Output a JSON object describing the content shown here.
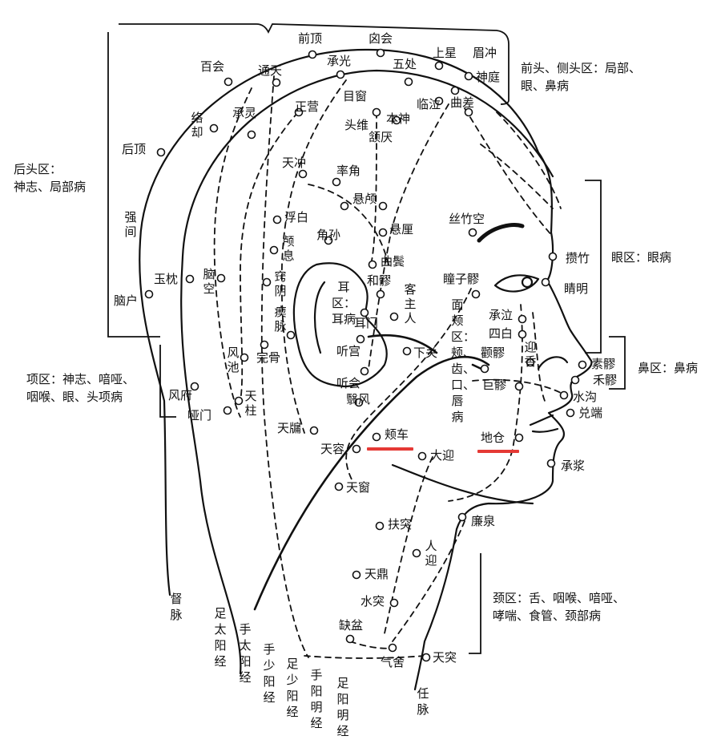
{
  "accent_color": "#e53935",
  "regions": {
    "front": [
      "前头、侧头区：局部、",
      "眼、鼻病"
    ],
    "back": [
      "后头区：",
      "神志、局部病"
    ],
    "eye": "眼区：眼病",
    "nose": "鼻区：鼻病",
    "nape": [
      "项区：神志、喑哑、",
      "咽喉、眼、头项病"
    ],
    "neck": [
      "颈区：舌、咽喉、喑哑、",
      "哮喘、食管、颈部病"
    ],
    "face": "面颊区：颊、齿、口、唇病",
    "ear": "耳区：耳病"
  },
  "points": {
    "qianding": "前顶",
    "xinhui": "囟会",
    "shangxing": "上星",
    "meichong": "眉冲",
    "baihui": "百会",
    "tongtian": "通天",
    "chengguang": "承光",
    "wuchu": "五处",
    "shenting": "神庭",
    "zhengying": "正营",
    "muchuang": "目窗",
    "linqi": "临泣",
    "quchai": "曲差",
    "luoque": "络却",
    "chengling": "承灵",
    "benshen": "本神",
    "touwei": "头维",
    "hanyan": "颔厌",
    "houding": "后顶",
    "tianchong": "天冲",
    "shuaigu": "率角",
    "xuanlu": "悬颅",
    "qiangjian": "强间",
    "fubai": "浮白",
    "sizhukong": "丝竹空",
    "xuanli": "悬厘",
    "jiaosun": "角孙",
    "luxi": "颅息",
    "qubin": "曲鬓",
    "cuanzhu": "攒竹",
    "naohu": "脑户",
    "yuzhen": "玉枕",
    "naokong": "脑空",
    "qiaoyin": "窍阴",
    "heliao": "和髎",
    "kezhuren": "客主人",
    "tongziliao": "瞳子髎",
    "jingming": "睛明",
    "chimai": "瘈脉",
    "ermen": "耳门",
    "chengqi": "承泣",
    "sibai": "四白",
    "tinggong": "听宫",
    "xiaguan": "下关",
    "yingxiang": "迎香",
    "fengchi": "风池",
    "wangu": "完骨",
    "quanliao": "颧髎",
    "suliao": "素髎",
    "heliao2": "禾髎",
    "tinghui": "听会",
    "juliao": "巨髎",
    "shuigou": "水沟",
    "fengfu": "风府",
    "tianzhu": "天柱",
    "yifeng": "翳风",
    "duiduan": "兑端",
    "yamen": "哑门",
    "tianyou": "天牖",
    "jiache": "颊车",
    "dicang": "地仓",
    "tianrong": "天容",
    "daying": "大迎",
    "chengjiang": "承浆",
    "tianchuang": "天窗",
    "futu": "扶突",
    "lianquan": "廉泉",
    "renying": "人迎",
    "tianding": "天鼎",
    "shuitu": "水突",
    "quepen": "缺盆",
    "qishe": "气舍",
    "tiantu": "天突"
  },
  "meridians": {
    "du": "督脉",
    "zutaiyang": "足太阳经",
    "shoutaiyang": "手太阳经",
    "shoushaoyang": "手少阳经",
    "zushaoyang": "足少阳经",
    "shouyangming": "手阳明经",
    "zuyangming": "足阳明经",
    "ren": "任脉"
  }
}
